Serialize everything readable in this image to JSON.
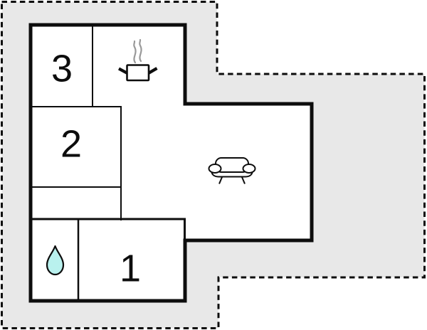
{
  "floorplan": {
    "rooms": [
      {
        "label": "1"
      },
      {
        "label": "2"
      },
      {
        "label": "3"
      }
    ],
    "icons": {
      "kitchen": "cooking-pot-icon",
      "living_area": "sofa-icon",
      "bathroom": "water-drop-icon"
    },
    "colors": {
      "plot_fill": "#e8e8e8",
      "wall": "#0d0d0d",
      "room_fill": "#ffffff",
      "water_drop_fill": "#b9f1ee",
      "steam": "#999999"
    }
  }
}
